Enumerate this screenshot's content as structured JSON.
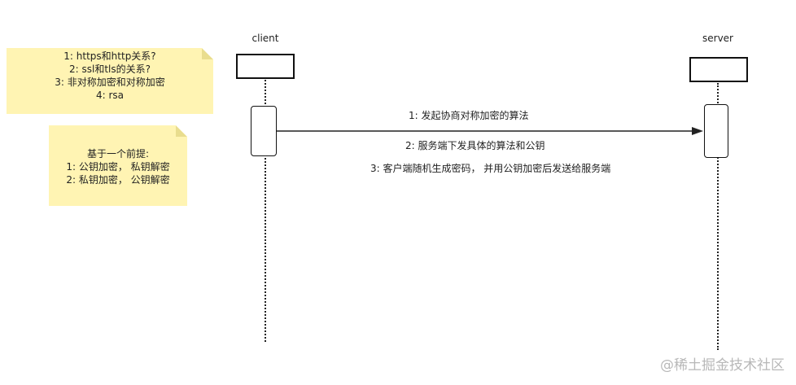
{
  "notes": [
    {
      "lines": [
        "1: https和http关系?",
        "2: ssl和tls的关系?",
        "3: 非对称加密和对称加密",
        "4: rsa"
      ]
    },
    {
      "lines": [
        "基于一个前提:",
        "1: 公钥加密，   私钥解密",
        "2: 私钥加密，   公钥解密"
      ]
    }
  ],
  "actors": {
    "client": "client",
    "server": "server"
  },
  "messages": {
    "m1": "1: 发起协商对称加密的算法",
    "m2": "2: 服务端下发具体的算法和公钥",
    "m3": "3: 客户端随机生成密码，   并用公钥加密后发送给服务端"
  },
  "watermark": "@稀土掘金技术社区"
}
